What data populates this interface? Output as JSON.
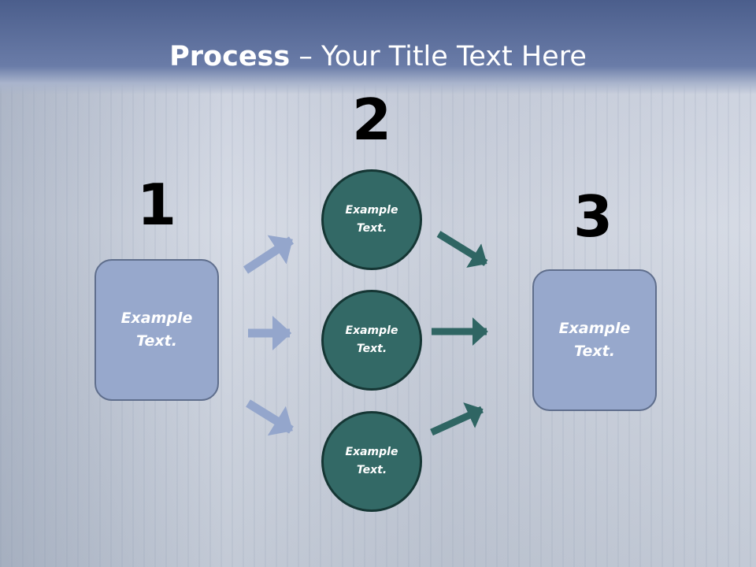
{
  "title": {
    "bold": "Process",
    "rest": " – Your Title Text Here"
  },
  "steps": {
    "n1": "1",
    "n2": "2",
    "n3": "3"
  },
  "boxes": {
    "left": "Example Text.",
    "right": "Example Text."
  },
  "circles": [
    "Example Text.",
    "Example Text.",
    "Example Text."
  ],
  "colors": {
    "box": "#97a8cc",
    "circle": "#336966",
    "arrow_light": "#94a6cc",
    "arrow_dark": "#2f6563"
  }
}
